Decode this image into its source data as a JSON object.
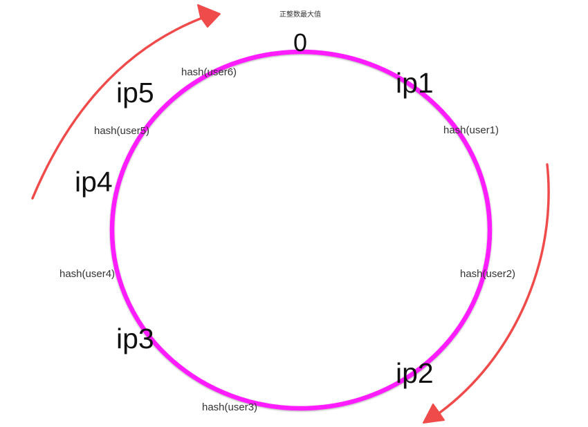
{
  "title": "正整数最大值",
  "ring_start_label": "0",
  "colors": {
    "ring": "#ff1cff",
    "arrow": "#f04b4b",
    "text": "#111111"
  },
  "nodes": [
    {
      "name": "ip1",
      "label": "ip1"
    },
    {
      "name": "ip2",
      "label": "ip2"
    },
    {
      "name": "ip3",
      "label": "ip3"
    },
    {
      "name": "ip4",
      "label": "ip4"
    },
    {
      "name": "ip5",
      "label": "ip5"
    }
  ],
  "hashes": [
    {
      "name": "user1",
      "label": "hash(user1)"
    },
    {
      "name": "user2",
      "label": "hash(user2)"
    },
    {
      "name": "user3",
      "label": "hash(user3)"
    },
    {
      "name": "user4",
      "label": "hash(user4)"
    },
    {
      "name": "user5",
      "label": "hash(user5)"
    },
    {
      "name": "user6",
      "label": "hash(user6)"
    }
  ],
  "arrows": [
    {
      "name": "top-left-arrow",
      "direction": "clockwise"
    },
    {
      "name": "bottom-right-arrow",
      "direction": "clockwise"
    }
  ]
}
